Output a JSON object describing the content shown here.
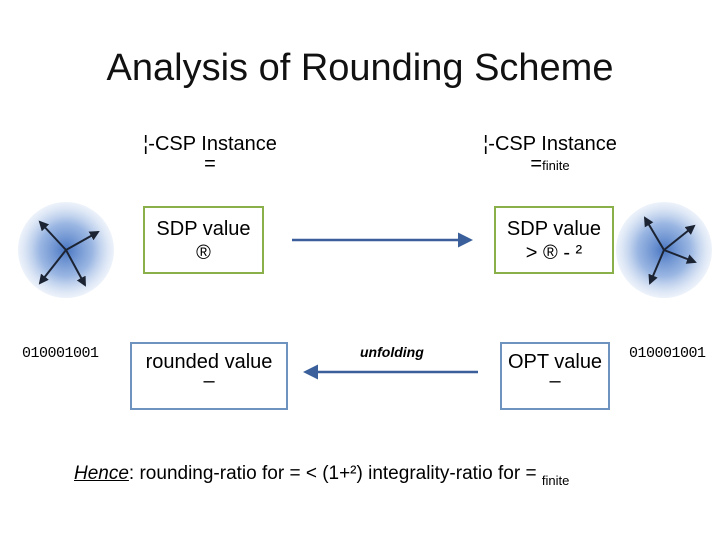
{
  "title": "Analysis of Rounding Scheme",
  "left_instance": {
    "line1": "¦-CSP Instance",
    "line2": "="
  },
  "right_instance": {
    "line1": "¦-CSP Instance",
    "line2": "=",
    "sub": "finite"
  },
  "sdp_left": {
    "line1": "SDP value",
    "line2": "®"
  },
  "sdp_right": {
    "line1": "SDP value",
    "line2": "> ® - ²"
  },
  "rounded": {
    "line1": "rounded value",
    "line2": "–"
  },
  "opt": {
    "line1": "OPT value",
    "line2": "–"
  },
  "bits_left": "010001001",
  "bits_right": "010001001",
  "unfolding_label": "unfolding",
  "hence": {
    "word": "Hence",
    "text": ": rounding-ratio for =  < (1+²) integrality-ratio for = ",
    "sub": "finite"
  },
  "colors": {
    "green_border": "#8ab04a",
    "blue_border": "#6f93bf",
    "arrow": "#3a5f9a",
    "sphere": "#4f7fc8"
  }
}
